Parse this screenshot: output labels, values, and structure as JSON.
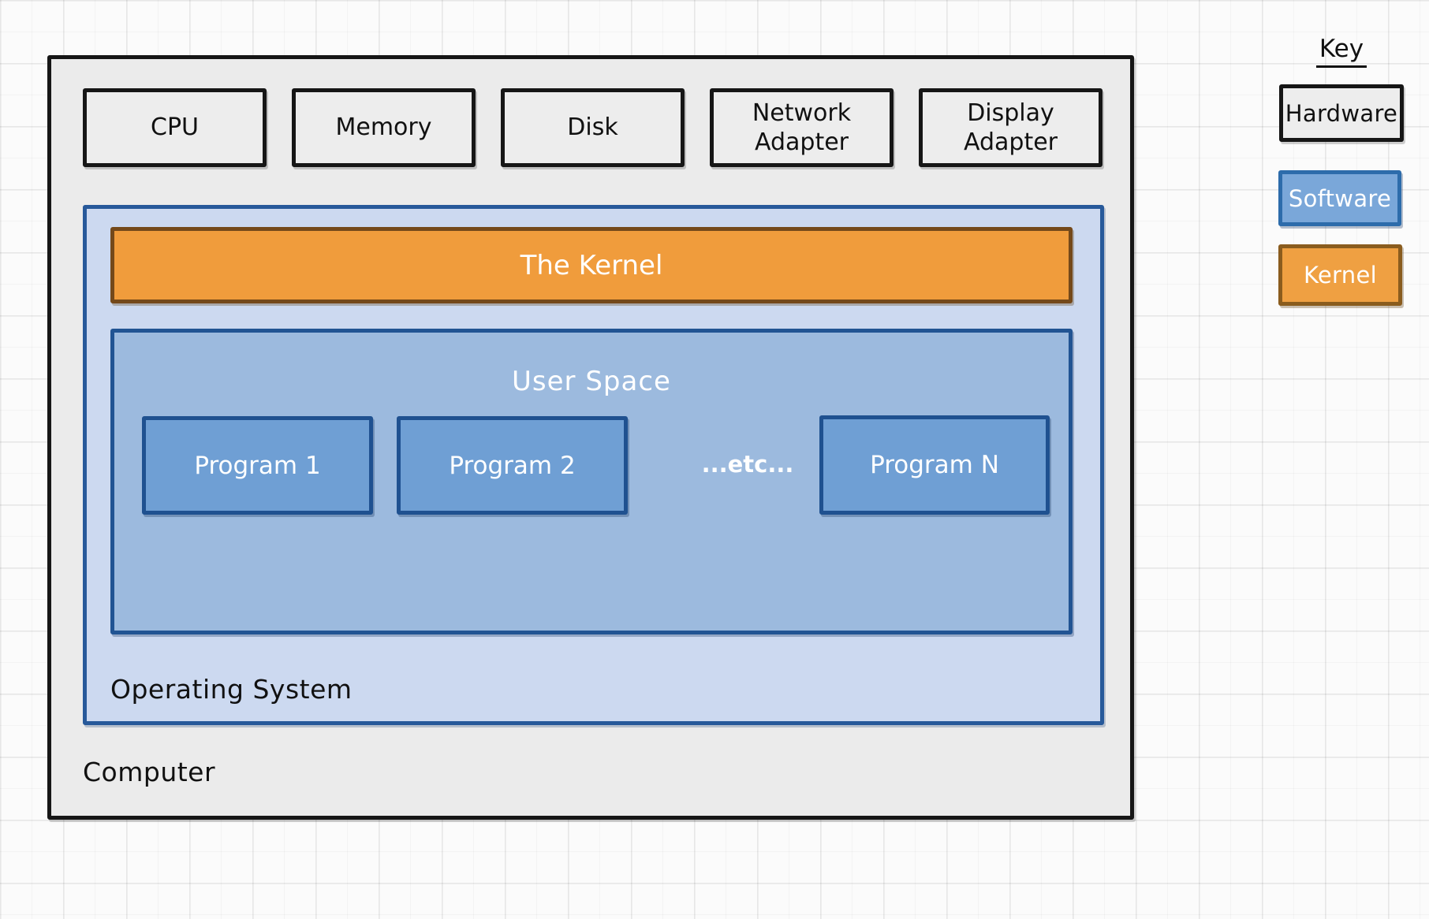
{
  "diagram": {
    "computer": {
      "label": "Computer"
    },
    "hardware": [
      {
        "label": "CPU"
      },
      {
        "label": "Memory"
      },
      {
        "label": "Disk"
      },
      {
        "label": "Network Adapter"
      },
      {
        "label": "Display Adapter"
      }
    ],
    "os": {
      "label": "Operating System",
      "kernel_label": "The Kernel",
      "user_space": {
        "label": "User Space",
        "etc_label": "...etc...",
        "programs": [
          {
            "label": "Program 1"
          },
          {
            "label": "Program 2"
          },
          {
            "label": "Program N"
          }
        ]
      }
    },
    "key": {
      "title": "Key",
      "items": [
        {
          "label": "Hardware",
          "fill": "#ededed",
          "border": "#161616"
        },
        {
          "label": "Software",
          "fill": "#7aa7d9",
          "border": "#2d6cab"
        },
        {
          "label": "Kernel",
          "fill": "#efa042",
          "border": "#8a5c1e"
        }
      ]
    },
    "colors": {
      "background": "#fbfbfb",
      "computer_fill": "#ebebeb",
      "os_fill": "#ccd9f0",
      "user_space_fill": "#9cbade",
      "program_fill": "#6f9fd4",
      "blue_border": "#235592",
      "kernel_fill": "#f09c3c",
      "kernel_border": "#74491a"
    }
  }
}
